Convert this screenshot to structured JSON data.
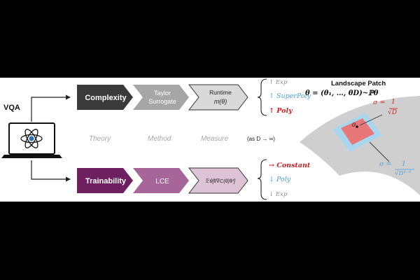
{
  "left": {
    "label": "VQA",
    "icon": "laptop-atom-icon"
  },
  "stage_labels": {
    "theory": "Theory",
    "method": "Method",
    "measure": "Measure",
    "limit": "(as D → ∞)"
  },
  "complexity_row": {
    "theory": "Complexity",
    "method_line1": "Taylor",
    "method_line2": "Surrogate",
    "measure_line1": "Runtime",
    "measure_line2": "m(θ)",
    "outcomes": {
      "exp": "↑ Exp",
      "superpoly": "↑ SuperPoly",
      "poly": "↑ Poly"
    }
  },
  "trainability_row": {
    "theory": "Trainability",
    "method": "LCE",
    "measure": "𝔼θ[‖∇C(θ)‖²]",
    "outcomes": {
      "constant": "→ Constant",
      "poly": "↓ Poly",
      "exp": "↓ Exp"
    }
  },
  "landscape": {
    "title": "Landscape Patch",
    "theta_def": "θ = (θ₁, …, θD)~ℙθ",
    "center_label": "0",
    "sigma_red_lhs": "σ =",
    "sigma_red_num": "1",
    "sigma_red_den": "√D",
    "sigma_blue_lhs": "σ =",
    "sigma_blue_num": "1",
    "sigma_blue_den": "√D¹⁻ᵟ"
  },
  "colors": {
    "complexity_dark": "#3a3a3a",
    "complexity_mid": "#a6a6a6",
    "complexity_light": "#d9d9d9",
    "train_dark": "#6e1f60",
    "train_mid": "#a7669a",
    "train_light": "#dcc3d6",
    "red": "#d21f1f",
    "blue": "#4aa3d8",
    "surface_grey": "#cfcfcf",
    "patch_blue": "#a9d6ee",
    "patch_red": "#e8777a"
  }
}
